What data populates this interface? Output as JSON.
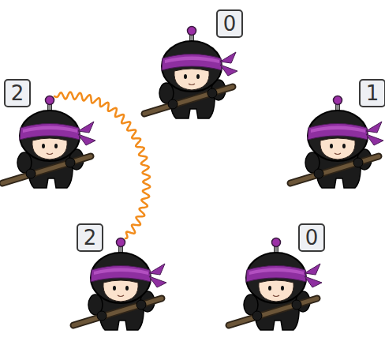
{
  "diagram": {
    "nodes": [
      {
        "text": [
          "0"
        ]
      },
      {
        "text": [
          "2"
        ]
      },
      {
        "text": [
          "1"
        ]
      },
      {
        "text": [
          "2"
        ]
      },
      {
        "text": [
          "0"
        ]
      }
    ],
    "edges": [
      {
        "from": 1,
        "to": 3,
        "arrow": "none"
      }
    ]
  }
}
